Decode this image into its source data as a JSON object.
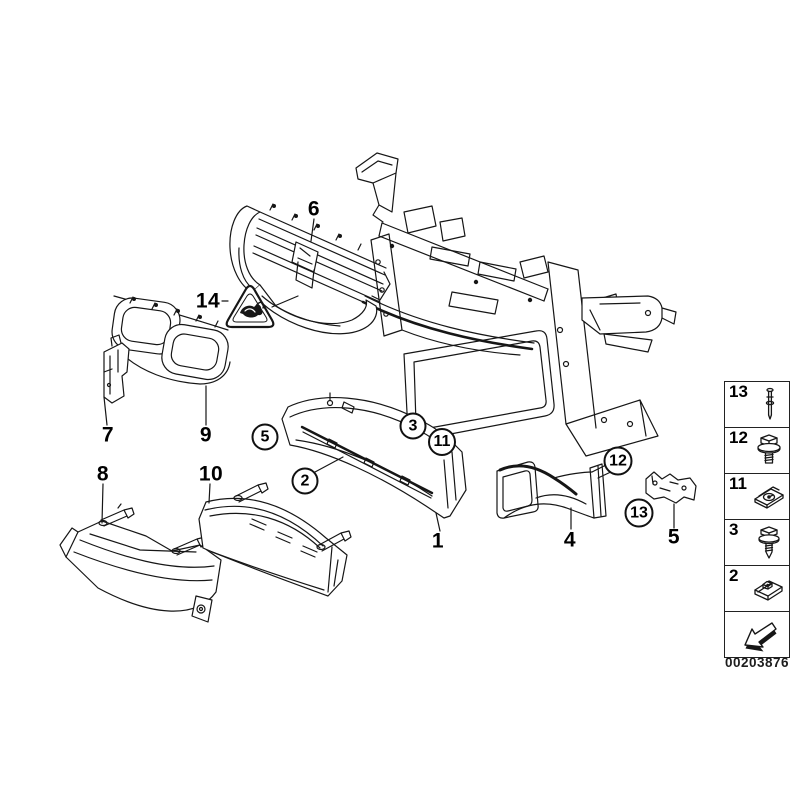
{
  "page": {
    "background": "#ffffff",
    "line_color": "#161616"
  },
  "callouts": {
    "plain": [
      {
        "label": "6",
        "part": "air-flap-control"
      },
      {
        "label": "14",
        "part": "warning-triangle"
      },
      {
        "label": "7",
        "part": "side-bracket"
      },
      {
        "label": "9",
        "part": "kidney-grille"
      },
      {
        "label": "8",
        "part": "air-duct-left"
      },
      {
        "label": "10",
        "part": "air-duct-center"
      },
      {
        "label": "1",
        "part": "front-air-duct"
      },
      {
        "label": "4",
        "part": "air-duct-right"
      },
      {
        "label": "5",
        "part": "mounting-bracket"
      }
    ],
    "circled": [
      {
        "label": "5"
      },
      {
        "label": "2"
      },
      {
        "label": "3"
      },
      {
        "label": "11"
      },
      {
        "label": "12"
      },
      {
        "label": "13"
      }
    ]
  },
  "legend": {
    "rows": [
      {
        "label": "13",
        "icon": "expanding-rivet-icon"
      },
      {
        "label": "12",
        "icon": "hex-bolt-washer-icon"
      },
      {
        "label": "11",
        "icon": "speed-nut-icon"
      },
      {
        "label": "3",
        "icon": "self-tapping-screw-icon"
      },
      {
        "label": "2",
        "icon": "clip-nut-icon"
      },
      {
        "label": "",
        "icon": "direction-arrow-icon"
      }
    ],
    "code": "00203876"
  }
}
